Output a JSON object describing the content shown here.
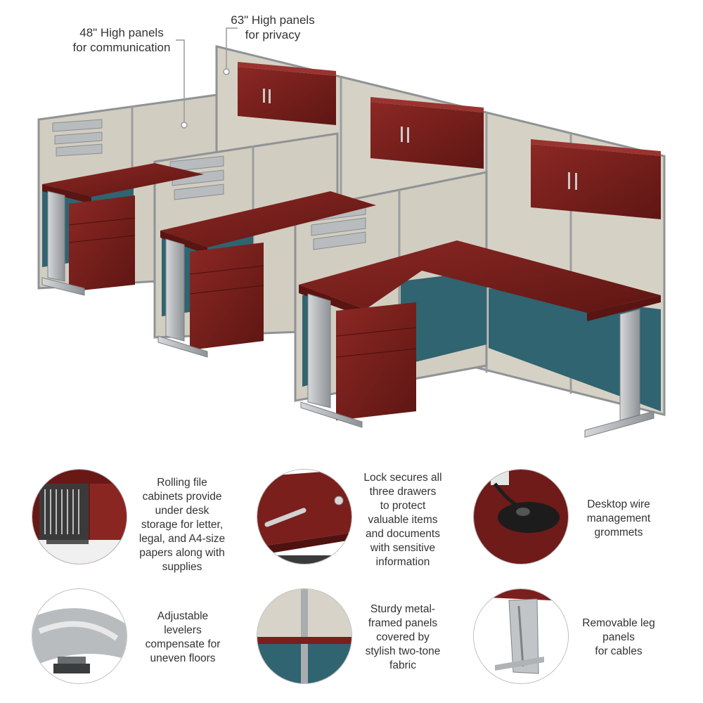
{
  "callouts": {
    "panels_48": [
      "48\" High panels",
      "for communication"
    ],
    "panels_63": [
      "63\" High panels",
      "for privacy"
    ]
  },
  "features": [
    {
      "id": "rolling-file-cabinets",
      "icon": "file-cabinet-icon",
      "lines": [
        "Rolling file",
        "cabinets provide",
        "under desk",
        "storage for letter,",
        "legal, and A4-size",
        "papers along with",
        "supplies"
      ]
    },
    {
      "id": "lock",
      "icon": "drawer-lock-icon",
      "lines": [
        "Lock secures all",
        "three drawers",
        "to protect",
        "valuable items",
        "and documents",
        "with sensitive",
        "information"
      ]
    },
    {
      "id": "grommets",
      "icon": "wire-grommet-icon",
      "lines": [
        "Desktop wire",
        "management",
        "grommets"
      ]
    },
    {
      "id": "levelers",
      "icon": "leveler-foot-icon",
      "lines": [
        "Adjustable",
        "levelers",
        "compensate for",
        "uneven floors"
      ]
    },
    {
      "id": "panels",
      "icon": "fabric-panel-icon",
      "lines": [
        "Sturdy metal-",
        "framed panels",
        "covered by",
        "stylish two-tone",
        "fabric"
      ]
    },
    {
      "id": "leg-panels",
      "icon": "leg-panel-icon",
      "lines": [
        "Removable leg",
        "panels",
        "for cables"
      ]
    }
  ],
  "colors": {
    "wood": "#7a1f1c",
    "wood_dark": "#5a1412",
    "fabric_light": "#d8d3c8",
    "fabric_teal": "#2f6470",
    "frame": "#a9adb0",
    "metal": "#c2c5c8"
  }
}
